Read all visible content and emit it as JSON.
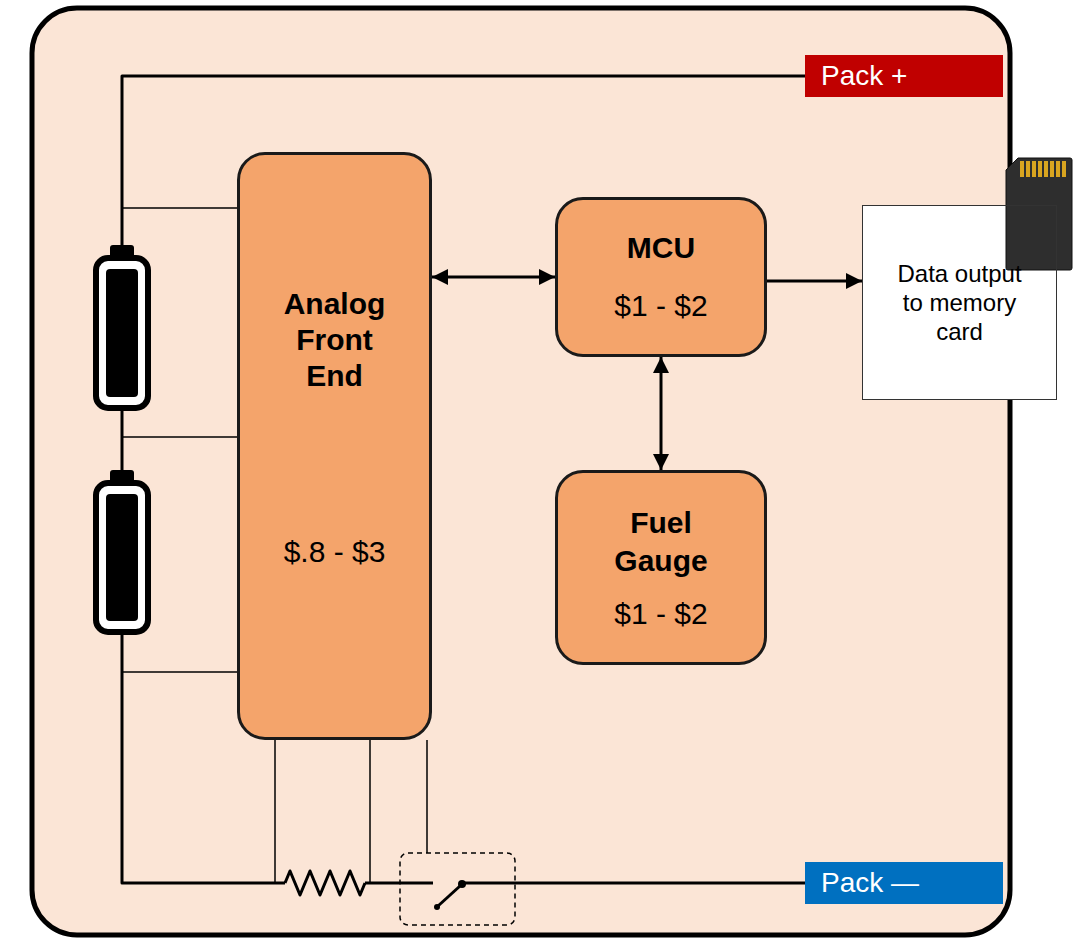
{
  "diagram": {
    "nodes": [
      {
        "text": [
          "Pack +"
        ]
      },
      {
        "text": [
          "Analog Front End",
          "$.8 - $3"
        ]
      },
      {
        "text": [
          "MCU",
          "$1 - $2"
        ]
      },
      {
        "text": [
          "Data output to memory card"
        ]
      },
      {
        "text": [
          "Fuel Gauge",
          "$1 - $2"
        ]
      },
      {
        "text": [
          "Pack —"
        ]
      }
    ],
    "edges": [
      {
        "from": 1,
        "to": 2,
        "arrow": "both"
      },
      {
        "from": 2,
        "to": 3,
        "arrow": "to"
      },
      {
        "from": 2,
        "to": 4,
        "arrow": "both"
      }
    ]
  }
}
